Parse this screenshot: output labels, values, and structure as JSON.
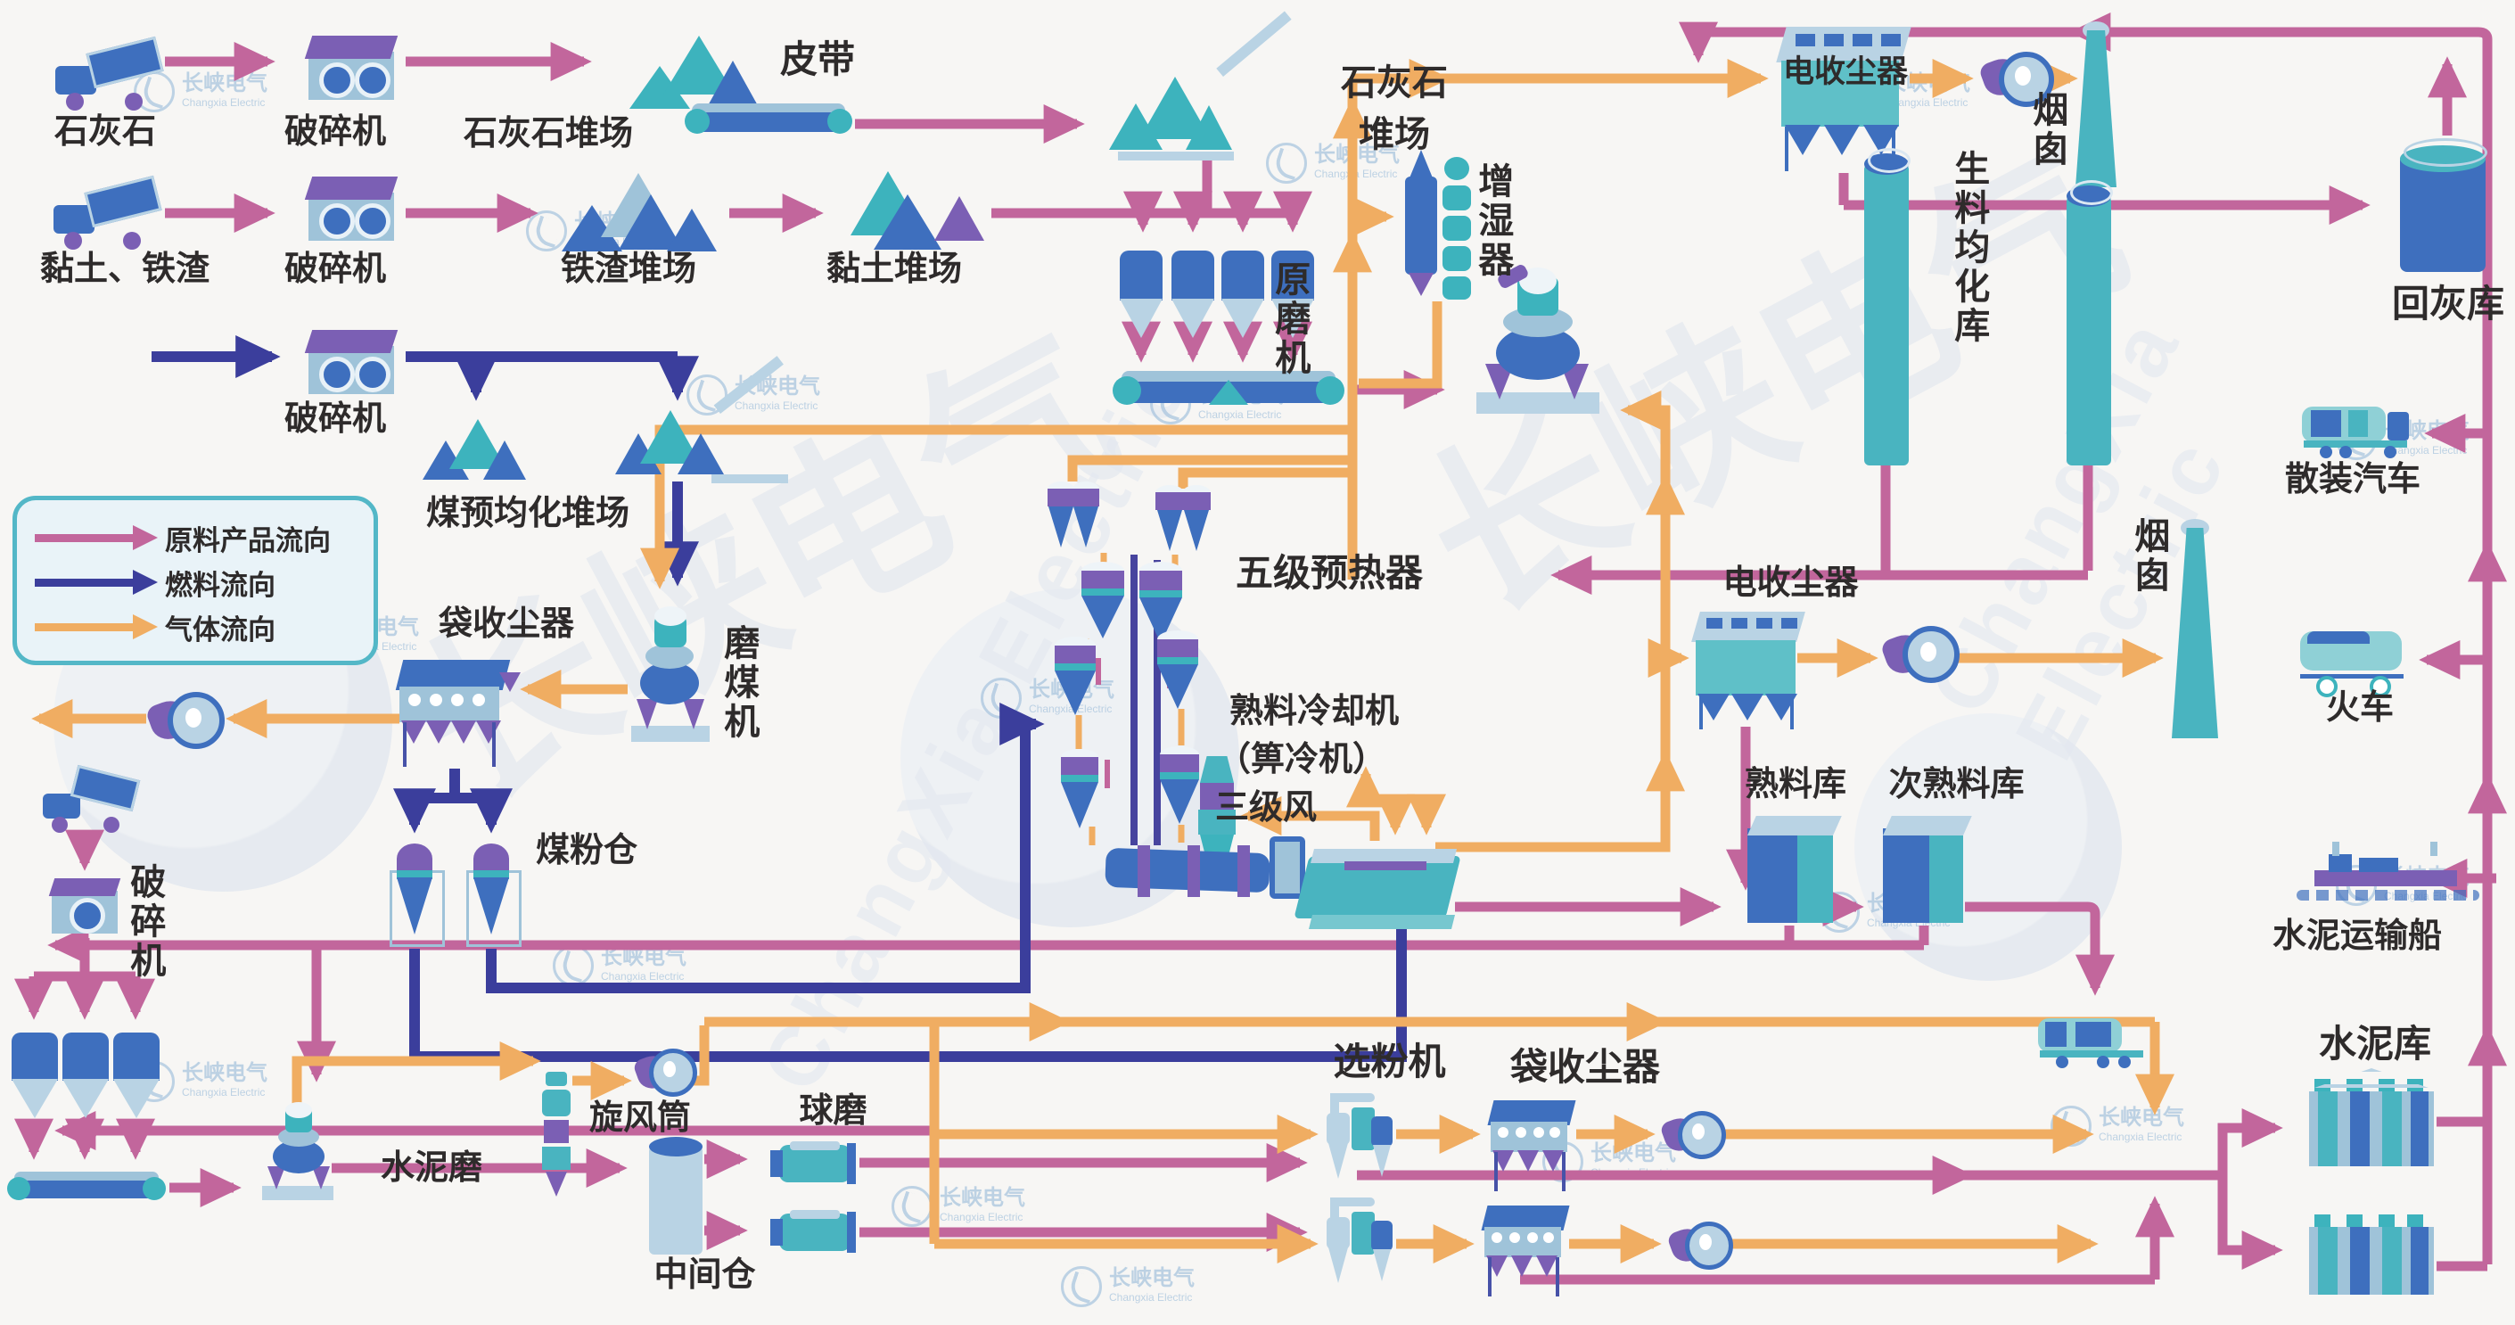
{
  "watermark": {
    "brand": "长峡电气",
    "brand_en": "Changxia Electric",
    "brand_en_big": "ChangXia Electric"
  },
  "legend": {
    "items": [
      {
        "label": "原料产品流向",
        "color": "#c2669c"
      },
      {
        "label": "燃料流向",
        "color": "#3b3e9c"
      },
      {
        "label": "气体流向",
        "color": "#f0ad62"
      }
    ]
  },
  "colors": {
    "background": "#f7f6f4",
    "material_flow": "#c2669c",
    "fuel_flow": "#3b3e9c",
    "gas_flow": "#f0ad62",
    "blue": "#3e6fbe",
    "teal": "#3db3bd",
    "light_blue": "#b9d3e4",
    "purple": "#7b5fb4",
    "text": "#2e2b2b"
  },
  "labels": {
    "limestone": "石灰石",
    "crusher": "破碎机",
    "limestone_yard": "石灰石堆场",
    "belt": "皮带",
    "limestone_yard2_l1": "石灰石",
    "limestone_yard2_l2": "堆场",
    "clay_slag": "黏土、铁渣",
    "slag_yard": "铁渣堆场",
    "clay_yard": "黏土堆场",
    "coal_yard": "煤预均化堆场",
    "bag_filter": "袋收尘器",
    "coal_mill": "磨煤机",
    "coal_silo": "煤粉仓",
    "raw_mill": "原磨机",
    "humidifier": "增湿器",
    "esp": "电收尘器",
    "chimney": "烟囱",
    "ash_silo": "回灰库",
    "raw_meal_silo": "生料均化库",
    "preheater": "五级预热器",
    "cooler_l1": "熟料冷却机",
    "cooler_l2": "（箅冷机）",
    "cooler_l3": "三级风",
    "clinker_silo": "熟料库",
    "sec_clinker_silo": "次熟料库",
    "bulk_truck": "散装汽车",
    "train": "火车",
    "ship": "水泥运输船",
    "cement_silo": "水泥库",
    "cement_mill": "水泥磨",
    "cyclone": "旋风筒",
    "mid_bin": "中间仓",
    "ball_mill": "球磨",
    "separator": "选粉机"
  }
}
